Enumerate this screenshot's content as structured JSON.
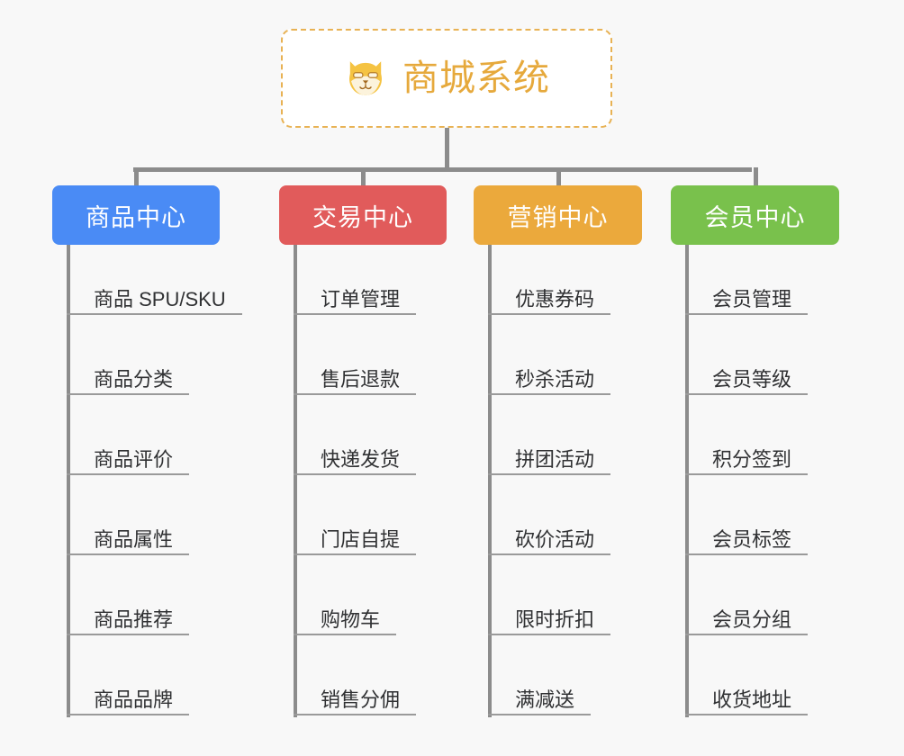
{
  "theme": {
    "page_background": "#f8f8f8",
    "connector_color": "#8c8c8c",
    "root_border_color": "#e8b254",
    "root_text_color": "#e6a93c",
    "leaf_text_color": "#303133",
    "leaf_underline_color": "#9a9a9a"
  },
  "root": {
    "title": "商城系统",
    "icon": "dog-face-icon",
    "icon_color": "#f5c342"
  },
  "branches": [
    {
      "label": "商品中心",
      "color": "#4a8bf5",
      "items": [
        "商品 SPU/SKU",
        "商品分类",
        "商品评价",
        "商品属性",
        "商品推荐",
        "商品品牌"
      ]
    },
    {
      "label": "交易中心",
      "color": "#e15b5b",
      "items": [
        "订单管理",
        "售后退款",
        "快递发货",
        "门店自提",
        "购物车",
        "销售分佣"
      ]
    },
    {
      "label": "营销中心",
      "color": "#eba93c",
      "items": [
        "优惠券码",
        "秒杀活动",
        "拼团活动",
        "砍价活动",
        "限时折扣",
        "满减送"
      ]
    },
    {
      "label": "会员中心",
      "color": "#79c14c",
      "items": [
        "会员管理",
        "会员等级",
        "积分签到",
        "会员标签",
        "会员分组",
        "收货地址"
      ]
    }
  ]
}
